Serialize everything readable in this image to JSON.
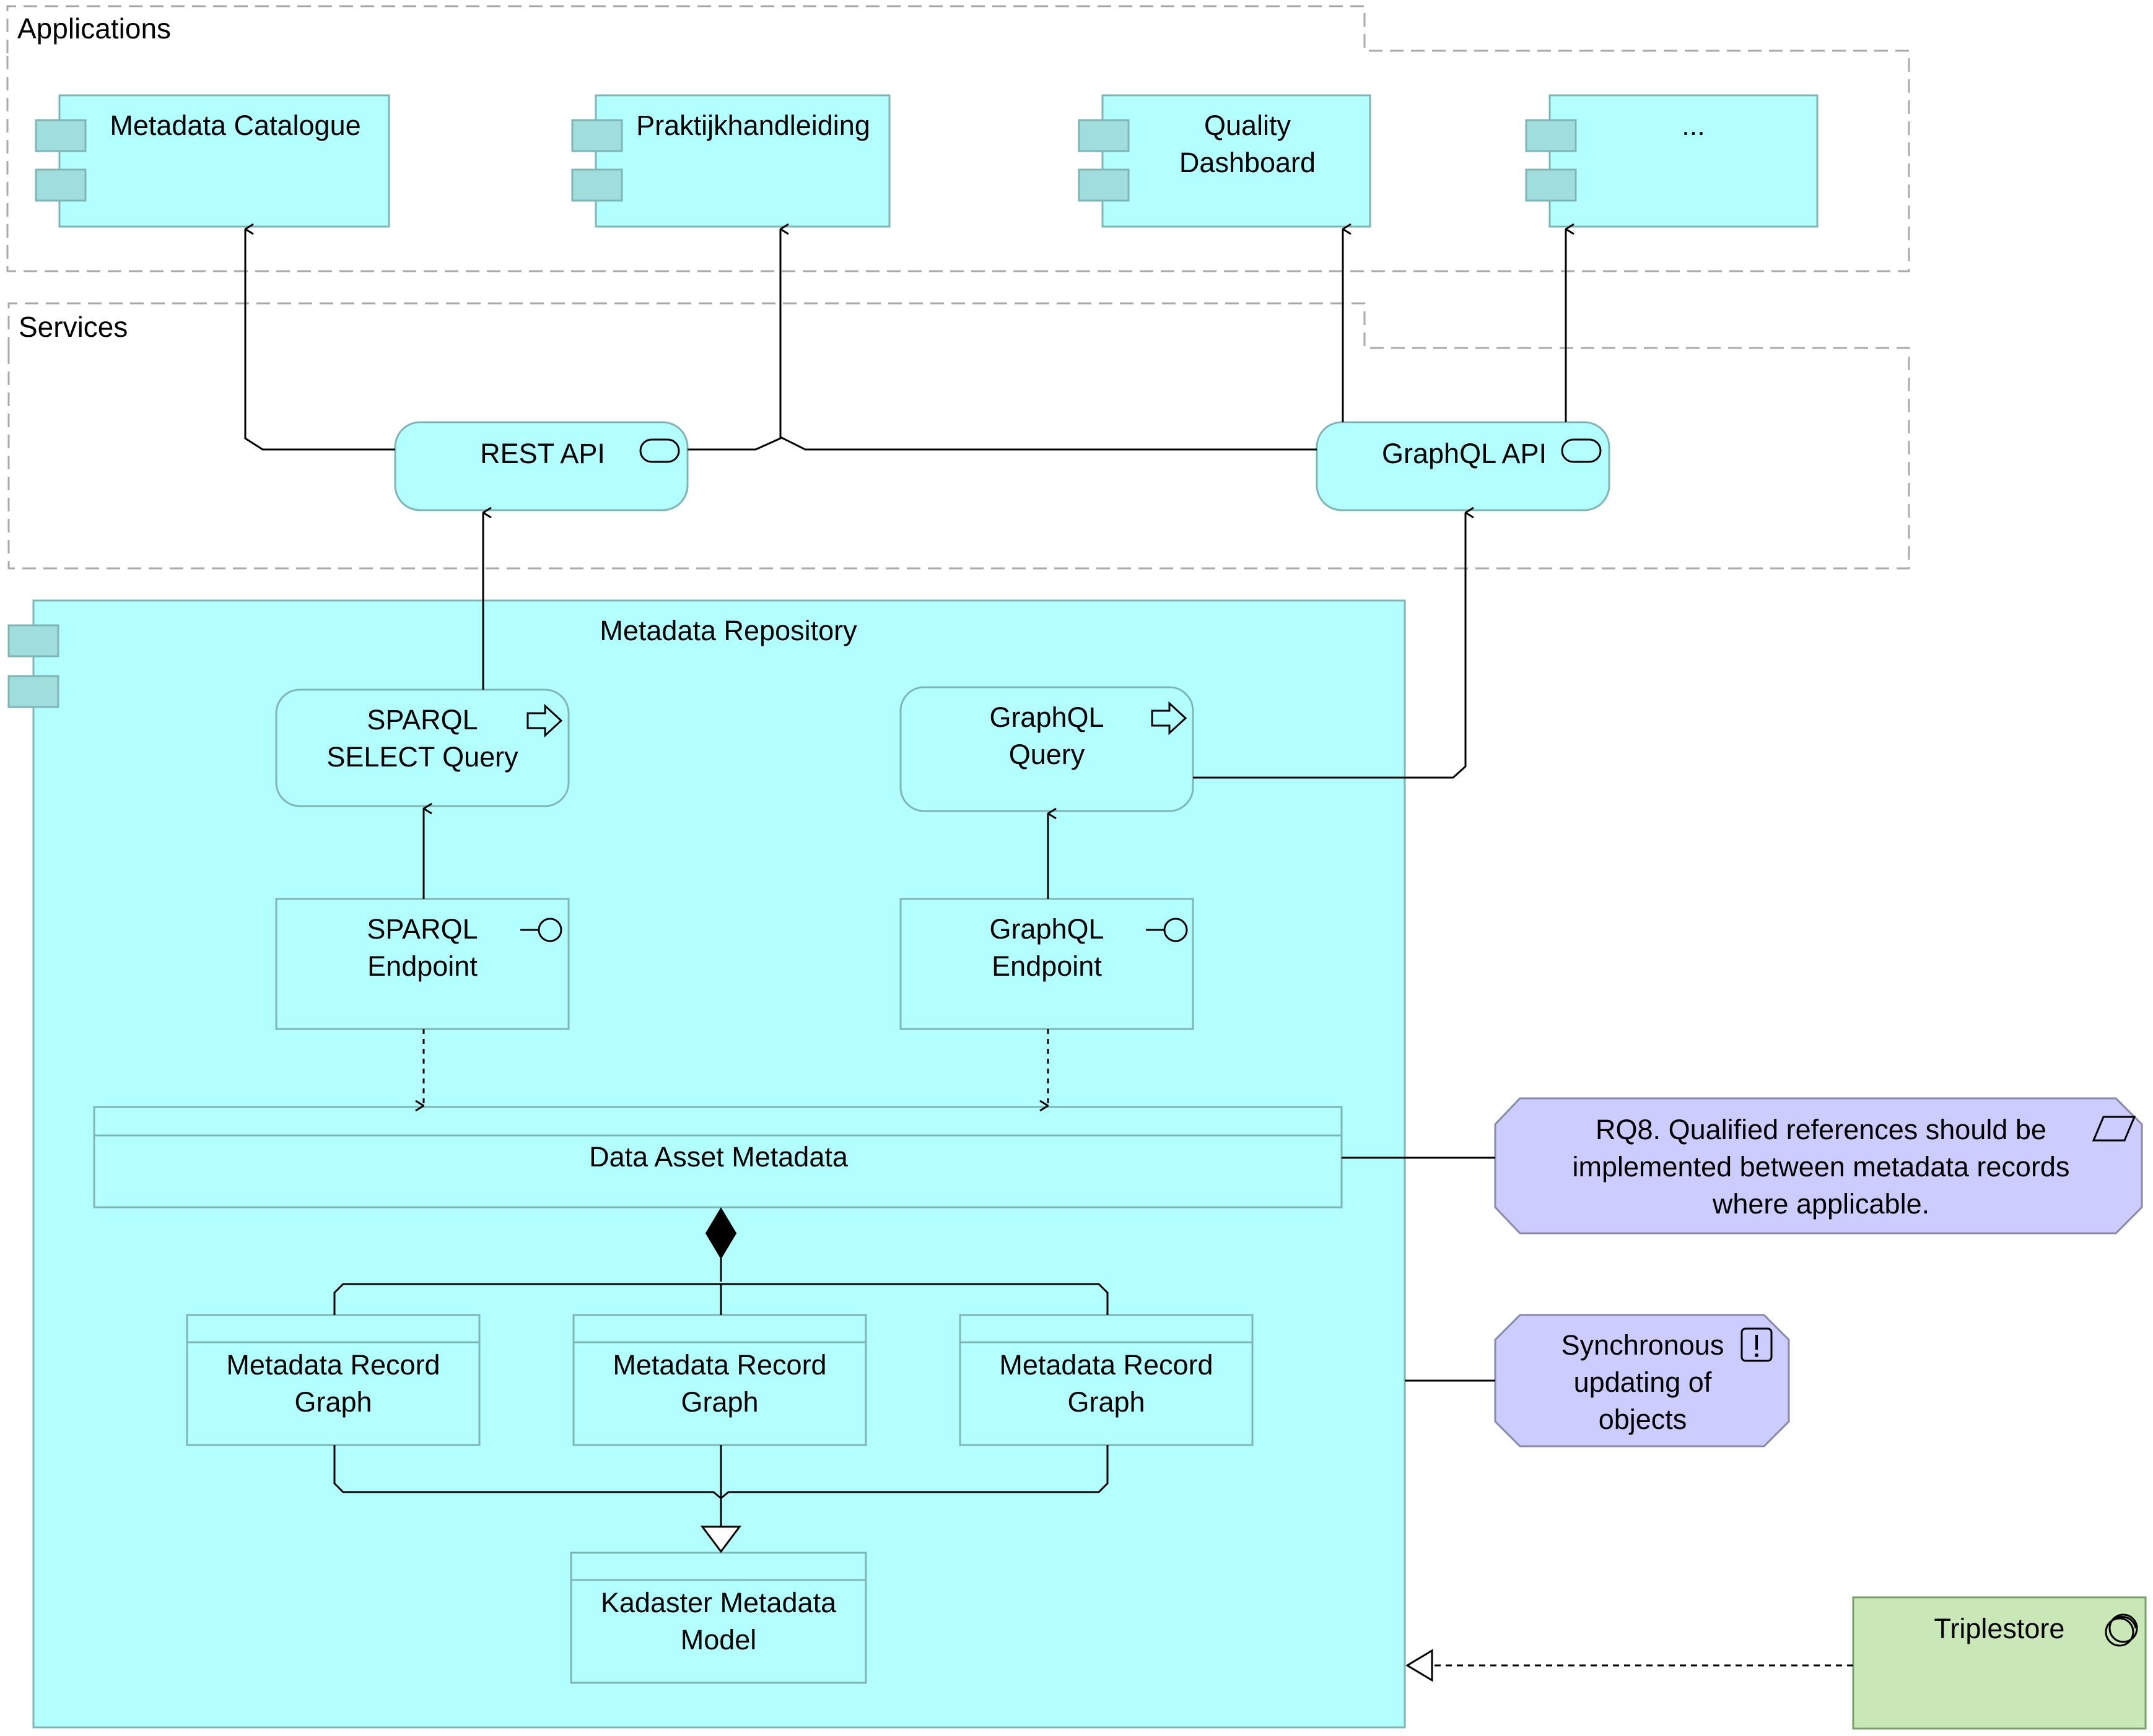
{
  "groups": {
    "applications": "Applications",
    "services": "Services"
  },
  "applications": {
    "metadata_catalogue": "Metadata Catalogue",
    "praktijkhandleiding": "Praktijkhandleiding",
    "quality_dashboard": [
      "Quality",
      "Dashboard"
    ],
    "more": "..."
  },
  "services": {
    "rest_api": "REST API",
    "graphql_api": "GraphQL API"
  },
  "repository": {
    "title": "Metadata Repository",
    "sparql_select_query": [
      "SPARQL",
      "SELECT Query"
    ],
    "graphql_query": [
      "GraphQL",
      "Query"
    ],
    "sparql_endpoint": [
      "SPARQL",
      "Endpoint"
    ],
    "graphql_endpoint": [
      "GraphQL",
      "Endpoint"
    ],
    "data_asset_metadata": "Data Asset Metadata",
    "record_graph_1": [
      "Metadata Record",
      "Graph"
    ],
    "record_graph_2": [
      "Metadata Record",
      "Graph"
    ],
    "record_graph_3": [
      "Metadata Record",
      "Graph"
    ],
    "kadaster_model": [
      "Kadaster Metadata",
      "Model"
    ]
  },
  "notes": {
    "rq8": [
      "RQ8. Qualified references should be",
      "implemented between metadata records",
      "where applicable."
    ],
    "sync": [
      "Synchronous",
      "updating of",
      "objects"
    ]
  },
  "technology": {
    "triplestore": "Triplestore"
  },
  "colors": {
    "application": "#b3ffff",
    "application_border": "#7fb5b5",
    "motivation": "#ccccff",
    "motivation_border": "#8888aa",
    "technology": "#c9e7b7",
    "technology_border": "#7aa06a",
    "group_border": "#aaaaaa"
  },
  "icons": [
    "component-icon",
    "service-icon",
    "process-arrow-icon",
    "interface-icon",
    "data-object-icon",
    "requirement-icon",
    "constraint-icon",
    "system-software-icon"
  ]
}
